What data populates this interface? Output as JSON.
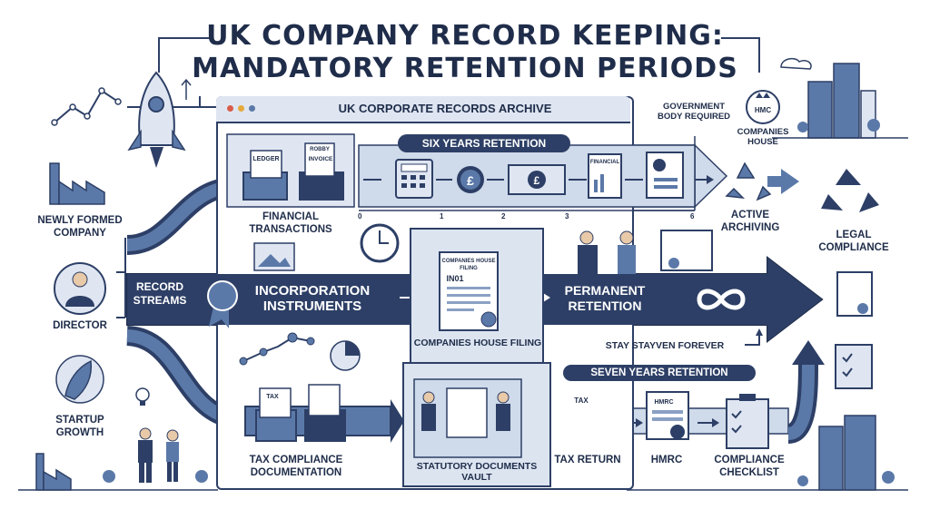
{
  "title": {
    "line1": "UK COMPANY RECORD KEEPING:",
    "line2": "MANDATORY RETENTION PERIODS"
  },
  "window": {
    "title": "UK CORPORATE RECORDS ARCHIVE"
  },
  "left": {
    "newly_formed": "NEWLY FORMED COMPANY",
    "director": "DIRECTOR",
    "startup": "STARTUP GROWTH",
    "record_streams": "RECORD STREAMS"
  },
  "top_stream": {
    "banner": "SIX YEARS RETENTION",
    "ledger": "LEDGER",
    "robby": "ROBBY",
    "invoice": "INVOICE",
    "financial_doc": "FINANCIAL",
    "label": "FINANCIAL TRANSACTIONS",
    "ticks": [
      "0",
      "1",
      "2",
      "3",
      "6"
    ]
  },
  "middle_stream": {
    "label": "INCORPORATION INSTRUMENTS",
    "filing_header": "COMPANIES HOUSE FILING",
    "filing_code": "IN01",
    "filing_label": "COMPANIES HOUSE FILING",
    "permanent": "PERMANENT RETENTION",
    "stay_forever": "STAY STAYVEN FOREVER"
  },
  "bottom_stream": {
    "tax_doc": "TAX",
    "label": "TAX COMPLIANCE DOCUMENTATION",
    "vault_label": "STATUTORY DOCUMENTS VAULT",
    "banner": "SEVEN YEARS RETENTION",
    "tax_return": "TAX RETURN",
    "hmrc": "HMRC",
    "hmrc_doc": "HMRC",
    "checklist": "COMPLIANCE CHECKLIST"
  },
  "right": {
    "gov_body": "GOVERNMENT BODY REQUIRED",
    "hmc": "HMC",
    "companies_house": "COMPANIES HOUSE",
    "active_archiving": "ACTIVE ARCHIVING",
    "legal_compliance": "LEGAL COMPLIANCE"
  },
  "colors": {
    "navy": "#2d3f66",
    "dark_navy": "#1f2d4a",
    "light_blue": "#cfdaea",
    "mid_blue": "#5b79a8"
  }
}
